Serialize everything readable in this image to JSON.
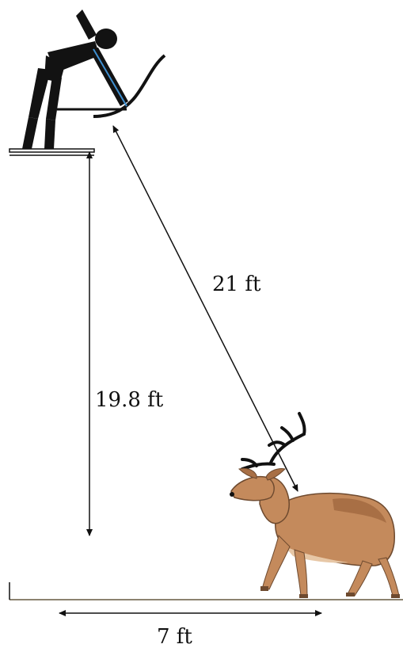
{
  "labels": {
    "hypotenuse": "21 ft",
    "height": "19.8 ft",
    "base": "7 ft"
  },
  "colors": {
    "ink": "#111111",
    "figure": "#121212",
    "bowstring": "#3f8fd0",
    "ground": "#8c8270",
    "deer_body": "#c48a5c",
    "deer_shadow": "#a86f45",
    "deer_light": "#e7c7a6",
    "deer_dark": "#6e4a2f"
  },
  "icons": {
    "archer": "archer-silhouette-icon",
    "deer": "deer-stag-icon"
  }
}
